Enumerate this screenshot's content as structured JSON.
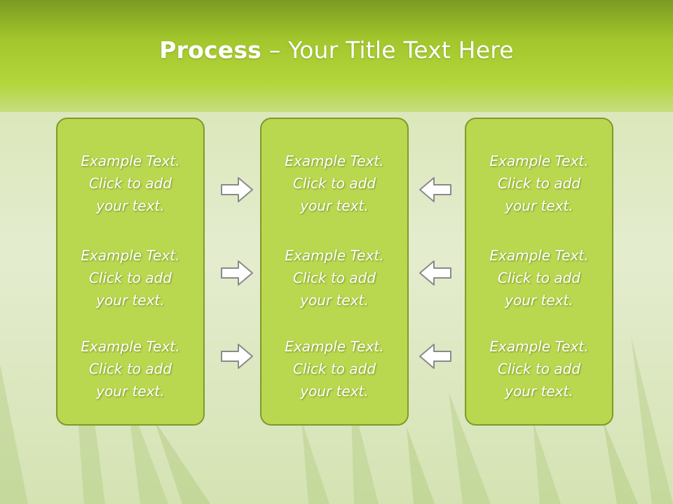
{
  "slide": {
    "title_bold": "Process",
    "title_rest": " – Your Title Text Here"
  },
  "columns": [
    {
      "items": [
        {
          "line1": "Example Text.",
          "line2": "Click  to add",
          "line3": "your text."
        },
        {
          "line1": "Example Text.",
          "line2": "Click  to add",
          "line3": "your text."
        },
        {
          "line1": "Example Text.",
          "line2": "Click  to add",
          "line3": "your text."
        }
      ]
    },
    {
      "items": [
        {
          "line1": "Example Text.",
          "line2": "Click  to add",
          "line3": "your text."
        },
        {
          "line1": "Example Text.",
          "line2": "Click  to add",
          "line3": "your text."
        },
        {
          "line1": "Example Text.",
          "line2": "Click  to add",
          "line3": "your text."
        }
      ]
    },
    {
      "items": [
        {
          "line1": "Example Text.",
          "line2": "Click  to add",
          "line3": "your text."
        },
        {
          "line1": "Example Text.",
          "line2": "Click  to add",
          "line3": "your text."
        },
        {
          "line1": "Example Text.",
          "line2": "Click  to add",
          "line3": "your text."
        }
      ]
    }
  ],
  "arrows": {
    "left_direction": "right",
    "right_direction": "left"
  },
  "colors": {
    "header_green": "#a6cc2c",
    "box_fill": "#bad84f",
    "box_border": "#7f9a2b",
    "arrow_fill": "#ffffff",
    "arrow_stroke": "#8a8a8a"
  }
}
